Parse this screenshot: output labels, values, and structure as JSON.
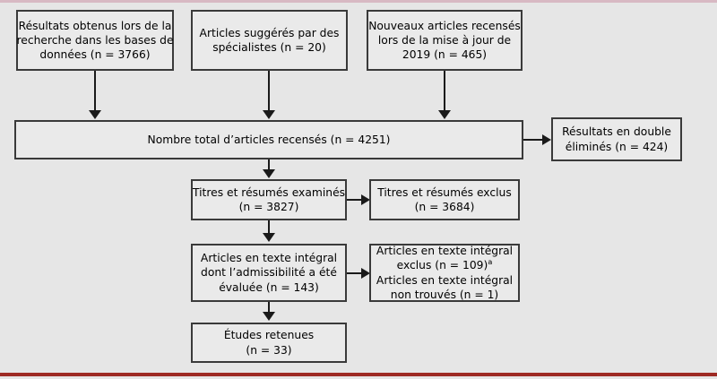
{
  "figure": {
    "type": "prisma-flow-diagram",
    "language": "fr",
    "accent_top_color": "#d8b9c3",
    "accent_bottom_color": "#9e2a24",
    "background_color": "#e6e6e6",
    "box_fill_color": "#eaeaea",
    "box_border_color": "#3a3a3a"
  },
  "nodes": {
    "database_search": {
      "line1": "Résultats obtenus lors de la",
      "line2": "recherche dans les bases de",
      "line3": "données (n = 3766)",
      "count": 3766
    },
    "expert_suggested": {
      "line1": "Articles suggérés par des",
      "line2": "spécialistes (n = 20)",
      "count": 20
    },
    "update_2019": {
      "line1": "Nouveaux articles recensés",
      "line2": "lors de la mise à jour de",
      "line3": "2019 (n = 465)",
      "count": 465
    },
    "total_records": {
      "line1": "Nombre total d’articles recensés (n = 4251)",
      "count": 4251
    },
    "duplicates_removed": {
      "line1": "Résultats en double",
      "line2": "éliminés (n = 424)",
      "count": 424
    },
    "titles_screened": {
      "line1": "Titres et résumés examinés",
      "line2": "(n = 3827)",
      "count": 3827
    },
    "titles_excluded": {
      "line1": "Titres et résumés exclus",
      "line2": "(n = 3684)",
      "count": 3684
    },
    "fulltext_assessed": {
      "line1": "Articles en texte intégral",
      "line2": "dont l’admissibilité a été",
      "line3": "évaluée (n = 143)",
      "count": 143
    },
    "fulltext_excluded": {
      "line1": "Articles en texte intégral",
      "line2": "exclus (n = 109)",
      "footnote_marker": "a",
      "line3": "Articles en texte intégral",
      "line4": "non trouvés (n = 1)",
      "excluded_count": 109,
      "not_found_count": 1
    },
    "studies_included": {
      "line1": "Études retenues",
      "line2": "(n = 33)",
      "count": 33
    }
  }
}
